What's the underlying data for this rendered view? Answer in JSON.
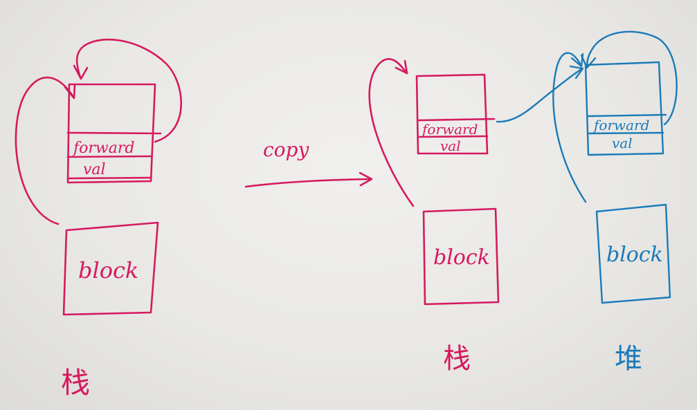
{
  "colors": {
    "stack_ink": "#d6195f",
    "heap_ink": "#1a7ab8",
    "paper": "#ebeae7"
  },
  "left": {
    "forward_label": "forward",
    "val_label": "val",
    "block_label": "block",
    "region_label": "栈"
  },
  "arrow": {
    "label": "copy"
  },
  "middle": {
    "forward_label": "forward",
    "val_label": "val",
    "block_label": "block",
    "region_label": "栈"
  },
  "right": {
    "forward_label": "forward",
    "val_label": "val",
    "block_label": "block",
    "region_label": "堆"
  }
}
